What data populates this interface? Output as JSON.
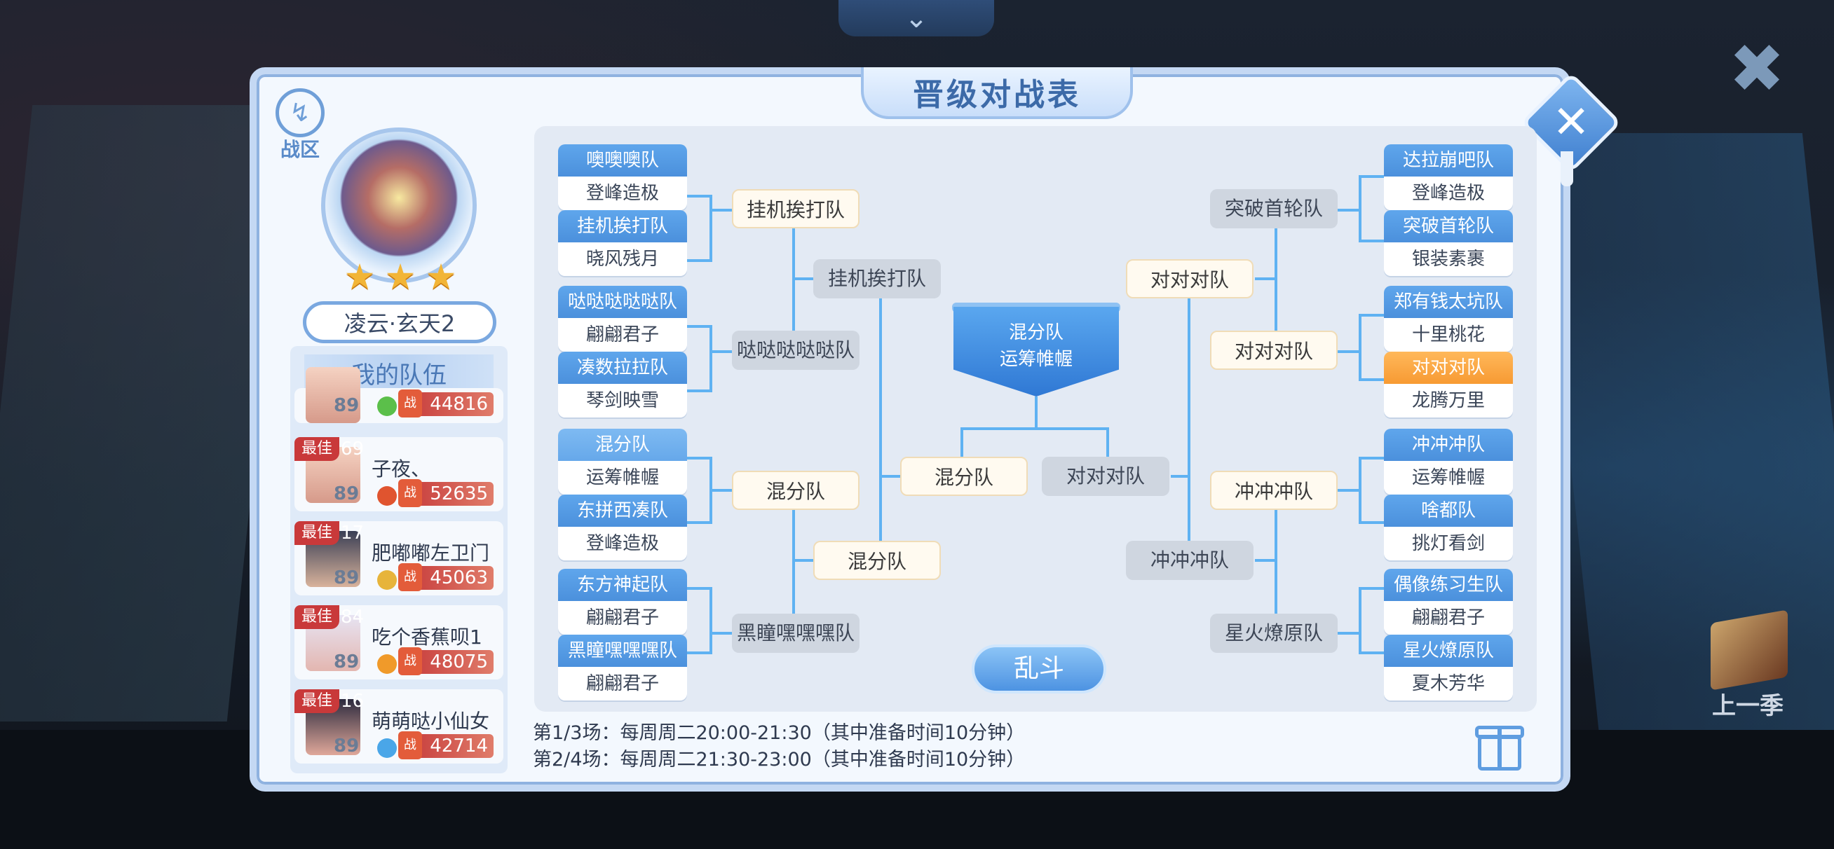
{
  "title": "晋级对战表",
  "zone_label": "战区",
  "rank_name": "凌云·玄天2",
  "my_team_title": "我的队伍",
  "best_label": "最佳",
  "power_icon_label": "战",
  "prev_season_label": "上一季",
  "brawl_label": "乱斗",
  "members": [
    {
      "best": "",
      "level": "89",
      "name": "",
      "power": "44816",
      "element_color": "#5bbf4a"
    },
    {
      "best": "69",
      "level": "89",
      "name": "子夜、",
      "power": "52635",
      "element_color": "#e0542f"
    },
    {
      "best": "17",
      "level": "89",
      "name": "肥嘟嘟左卫门",
      "power": "45063",
      "element_color": "#e7b43b"
    },
    {
      "best": "84",
      "level": "89",
      "name": "吃个香蕉呗1",
      "power": "48075",
      "element_color": "#f09a2a"
    },
    {
      "best": "16",
      "level": "89",
      "name": "萌萌哒小仙女",
      "power": "42714",
      "element_color": "#4aa6e8"
    }
  ],
  "left_teams": [
    {
      "team": "噢噢噢队",
      "server": "登峰造极"
    },
    {
      "team": "挂机挨打队",
      "server": "晓风残月"
    },
    {
      "team": "哒哒哒哒哒队",
      "server": "翩翩君子"
    },
    {
      "team": "凑数拉拉队",
      "server": "琴剑映雪"
    },
    {
      "team": "混分队",
      "server": "运筹帷幄"
    },
    {
      "team": "东拼西凑队",
      "server": "登峰造极"
    },
    {
      "team": "东方神起队",
      "server": "翩翩君子"
    },
    {
      "team": "黑瞳嘿嘿嘿队",
      "server": "翩翩君子"
    }
  ],
  "right_teams": [
    {
      "team": "达拉崩吧队",
      "server": "登峰造极"
    },
    {
      "team": "突破首轮队",
      "server": "银装素裹"
    },
    {
      "team": "郑有钱太坑队",
      "server": "十里桃花"
    },
    {
      "team": "对对对队",
      "server": "龙腾万里",
      "highlight": true
    },
    {
      "team": "冲冲冲队",
      "server": "运筹帷幄"
    },
    {
      "team": "啥都队",
      "server": "挑灯看剑"
    },
    {
      "team": "偶像练习生队",
      "server": "翩翩君子"
    },
    {
      "team": "星火燎原队",
      "server": "夏木芳华"
    }
  ],
  "left_round2": [
    "挂机挨打队",
    "哒哒哒哒哒队",
    "混分队",
    "黑瞳嘿嘿嘿队"
  ],
  "right_round2": [
    "突破首轮队",
    "对对对队",
    "冲冲冲队",
    "星火燎原队"
  ],
  "left_round3": [
    "挂机挨打队",
    "混分队"
  ],
  "right_round3": [
    "对对对队",
    "冲冲冲队"
  ],
  "semi_left": "混分队",
  "semi_right": "对对对队",
  "champion": {
    "team": "混分队",
    "server": "运筹帷幄"
  },
  "schedule": [
    "第1/3场：每周周二20:00-21:30（其中准备时间10分钟）",
    "第2/4场：每周周二21:30-23:00（其中准备时间10分钟）"
  ]
}
